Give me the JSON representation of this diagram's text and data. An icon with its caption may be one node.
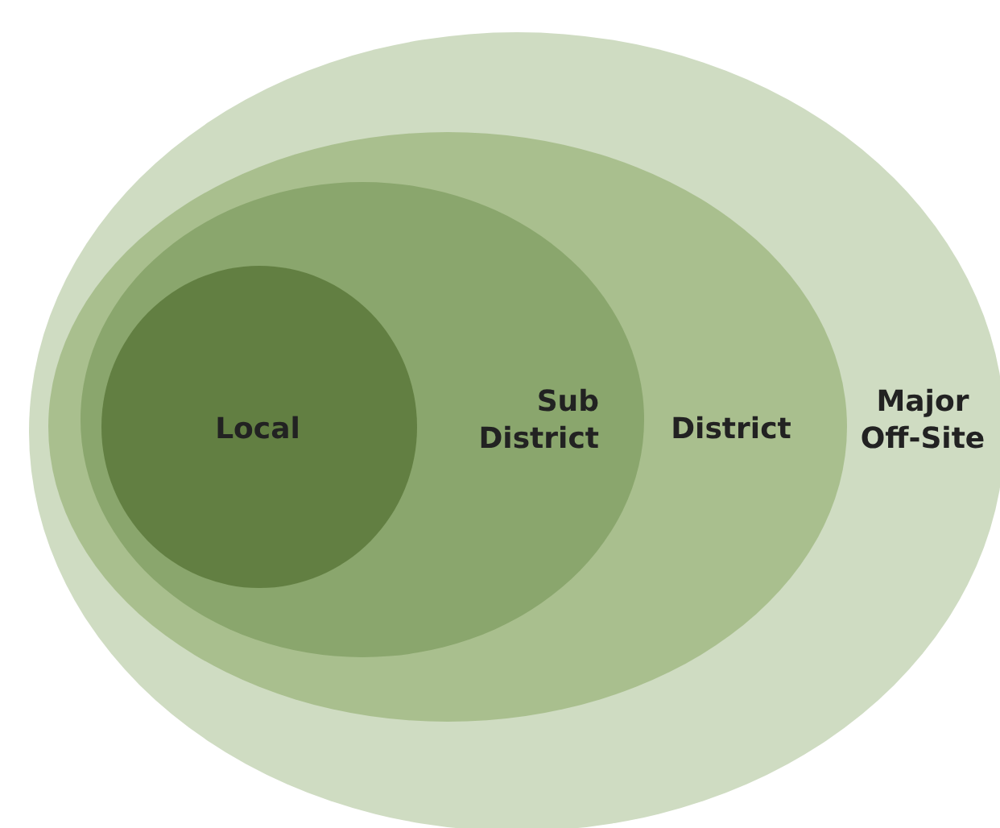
{
  "diagram": {
    "nodes": [
      {
        "text": [
          "Major Off-Site"
        ]
      },
      {
        "text": [
          "District"
        ],
        "in": 0
      },
      {
        "text": [
          "Sub District"
        ],
        "in": 1
      },
      {
        "text": [
          "Local"
        ],
        "in": 2
      }
    ]
  }
}
